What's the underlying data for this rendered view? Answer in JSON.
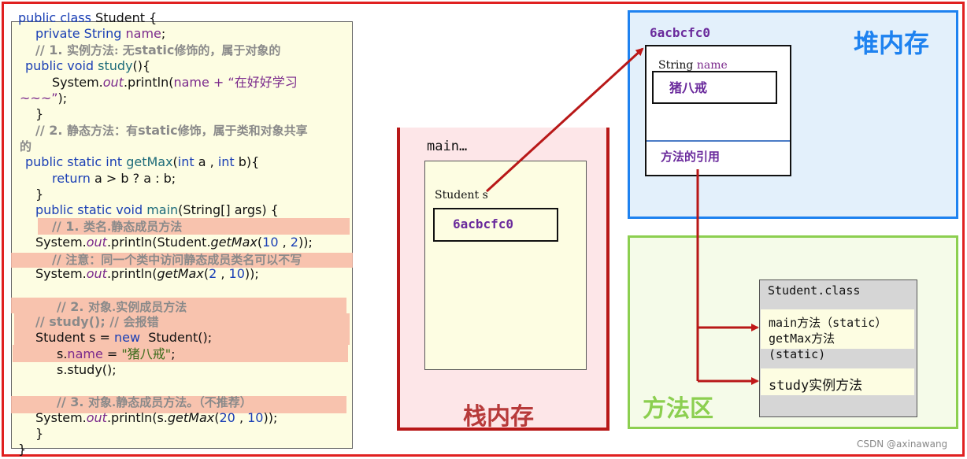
{
  "code": {
    "line1": {
      "a": "public class ",
      "b": "Student {"
    },
    "line2": {
      "a": "private String ",
      "b": "name",
      "c": ";"
    },
    "line3": {
      "a": "// 1. ",
      "b": "实例方法: 无",
      "c": "static",
      "d": "修饰的，属于对象的"
    },
    "line4": {
      "a": "public void ",
      "b": "study",
      "c": "(){"
    },
    "line5": {
      "a": "System.",
      "b": "out",
      "c": ".println(",
      "d": "name + “在好好学习"
    },
    "line6": {
      "a": "~~~”",
      "b": ");"
    },
    "line7": "}",
    "line8": {
      "a": "// 2. ",
      "b": "静态方法：有",
      "c": "static",
      "d": "修饰，属于类和对象共享"
    },
    "line9": "的",
    "line10": {
      "a": "public static int ",
      "b": "getMax",
      "c": "(",
      "d": "int ",
      "e": "a , ",
      "f": "int ",
      "g": "b){"
    },
    "line11": {
      "a": "return ",
      "b": "a > b ? a : b;"
    },
    "line12": "}",
    "line13": {
      "a": "public static void ",
      "b": "main",
      "c": "(String[] args) {"
    },
    "line14": {
      "a": "// 1. ",
      "b": "类名.静态成员方法"
    },
    "line15": {
      "a": "System.",
      "b": "out",
      "c": ".println(Student.",
      "d": "getMax",
      "e": "(",
      "f": "10",
      "g": " , ",
      "h": "2",
      "i": "));"
    },
    "line16": {
      "a": "// ",
      "b": "注意：同一个类中访问静态成员类名可以不写"
    },
    "line17": {
      "a": "System.",
      "b": "out",
      "c": ".println(",
      "d": "getMax",
      "e": "(",
      "f": "2",
      "g": " , ",
      "h": "10",
      "i": "));"
    },
    "line18": {
      "a": "// 2. ",
      "b": "对象.实例成员方法"
    },
    "line19": {
      "a": "// study(); // ",
      "b": "会报错"
    },
    "line20": {
      "a": "Student s = ",
      "b": "new",
      "c": "  Student();"
    },
    "line21": {
      "a": "s.",
      "b": "name",
      "c": " = ",
      "d": "\"猪八戒\"",
      "e": ";"
    },
    "line22": "s.study();",
    "line23": {
      "a": "// 3. ",
      "b": "对象.静态成员方法。（不推荐）"
    },
    "line24": {
      "a": "System.",
      "b": "out",
      "c": ".println(s.",
      "d": "getMax",
      "e": "(",
      "f": "20",
      "g": " , ",
      "h": "10",
      "i": "));"
    },
    "line25": "}",
    "line26": "}"
  },
  "stack": {
    "frame_label": "main…",
    "var_label": "Student s",
    "var_value": "6acbcfc0",
    "title": "栈内存"
  },
  "heap": {
    "title": "堆内存",
    "address": "6acbcfc0",
    "field_type": "String ",
    "field_name": "name",
    "field_value": "猪八戒",
    "method_ref": "方法的引用"
  },
  "method_area": {
    "title": "方法区",
    "class_name": "Student.class",
    "static_methods": "main方法（static）\ngetMax方法\n(static)",
    "instance_method": "study实例方法"
  },
  "watermark": "CSDN @axinawang",
  "colors": {
    "outer_border": "#e02020",
    "stack_border": "#b81818",
    "heap_border": "#1e82f0",
    "method_border": "#8ccf50",
    "arrow": "#c01818",
    "highlight": "#f7b9a4"
  }
}
